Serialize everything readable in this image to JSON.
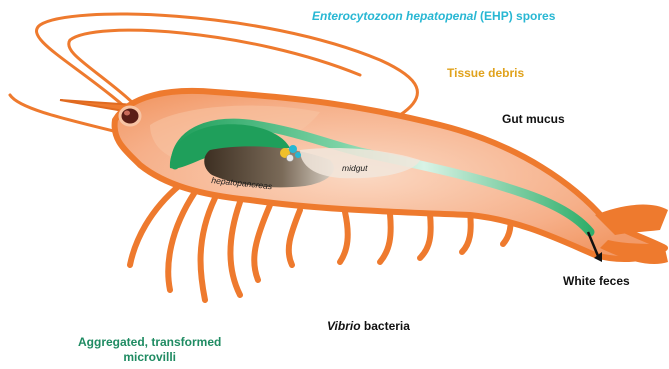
{
  "colors": {
    "shell": "#ee7a2e",
    "body_fill": "#f6b692",
    "gut_green": "#2fae6a",
    "hepatopancreas": "#4a3a2a",
    "ehp_text": "#28b7d3",
    "debris_text": "#e0a21c",
    "villi_text": "#1f8b62",
    "dark_text": "#111111"
  },
  "labels": {
    "ehp": {
      "italic": "Enterocytozoon hepatopenal",
      "rest": " (EHP) spores"
    },
    "tissue_debris": "Tissue debris",
    "gut_mucus": "Gut mucus",
    "white_feces": "White feces",
    "vibrio": {
      "italic": "Vibrio",
      "rest": " bacteria"
    },
    "aggregated": {
      "line1": "Aggregated, transformed",
      "line2": "microvilli"
    },
    "hepatopancreas": "hepatopancreas",
    "midgut": "midgut"
  },
  "icons": {
    "eye": "shrimp-eye-icon",
    "arrow": "down-right-arrow-icon"
  }
}
